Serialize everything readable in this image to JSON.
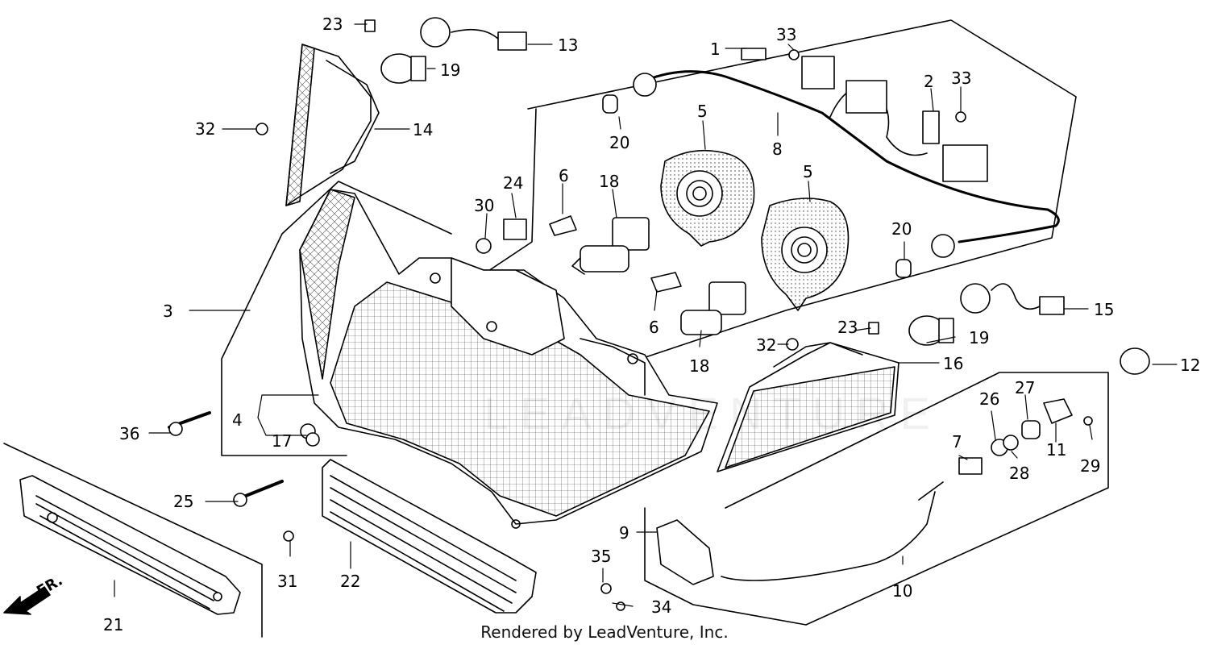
{
  "footer_text": "Rendered by LeadVenture, Inc.",
  "watermark_text": "LEADVENTURE",
  "front_arrow_label": "FR.",
  "callouts": [
    {
      "id": "c1",
      "text": "1"
    },
    {
      "id": "c2",
      "text": "2"
    },
    {
      "id": "c3",
      "text": "3"
    },
    {
      "id": "c4",
      "text": "4"
    },
    {
      "id": "c5a",
      "text": "5"
    },
    {
      "id": "c5b",
      "text": "5"
    },
    {
      "id": "c6a",
      "text": "6"
    },
    {
      "id": "c6b",
      "text": "6"
    },
    {
      "id": "c7",
      "text": "7"
    },
    {
      "id": "c8",
      "text": "8"
    },
    {
      "id": "c9",
      "text": "9"
    },
    {
      "id": "c10",
      "text": "10"
    },
    {
      "id": "c11",
      "text": "11"
    },
    {
      "id": "c12",
      "text": "12"
    },
    {
      "id": "c13",
      "text": "13"
    },
    {
      "id": "c14",
      "text": "14"
    },
    {
      "id": "c15",
      "text": "15"
    },
    {
      "id": "c16",
      "text": "16"
    },
    {
      "id": "c17",
      "text": "17"
    },
    {
      "id": "c18a",
      "text": "18"
    },
    {
      "id": "c18b",
      "text": "18"
    },
    {
      "id": "c19a",
      "text": "19"
    },
    {
      "id": "c19b",
      "text": "19"
    },
    {
      "id": "c20a",
      "text": "20"
    },
    {
      "id": "c20b",
      "text": "20"
    },
    {
      "id": "c21",
      "text": "21"
    },
    {
      "id": "c22",
      "text": "22"
    },
    {
      "id": "c23a",
      "text": "23"
    },
    {
      "id": "c23b",
      "text": "23"
    },
    {
      "id": "c24",
      "text": "24"
    },
    {
      "id": "c25",
      "text": "25"
    },
    {
      "id": "c26",
      "text": "26"
    },
    {
      "id": "c27",
      "text": "27"
    },
    {
      "id": "c28",
      "text": "28"
    },
    {
      "id": "c29",
      "text": "29"
    },
    {
      "id": "c30",
      "text": "30"
    },
    {
      "id": "c31",
      "text": "31"
    },
    {
      "id": "c32a",
      "text": "32"
    },
    {
      "id": "c32b",
      "text": "32"
    },
    {
      "id": "c33a",
      "text": "33"
    },
    {
      "id": "c33b",
      "text": "33"
    },
    {
      "id": "c34",
      "text": "34"
    },
    {
      "id": "c35",
      "text": "35"
    },
    {
      "id": "c36",
      "text": "36"
    }
  ]
}
